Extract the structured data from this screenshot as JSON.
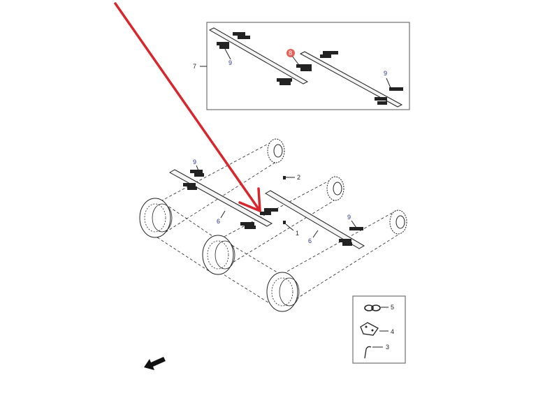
{
  "colors": {
    "accent_arrow": "#d9262c",
    "callout_blue": "#2b2f8f",
    "callout_dark": "#222222",
    "highlight_circle": "#e0443a"
  },
  "icons": {
    "pointer": "red-arrow-icon",
    "direction": "direction-arrow-icon"
  },
  "detail_box": {
    "callout_7": "7",
    "callout_8": "8",
    "callout_9_left": "9",
    "callout_9_right": "9"
  },
  "main_assembly": {
    "callout_9_left": "9",
    "callout_9_right": "9",
    "callout_2": "2",
    "callout_1": "1",
    "callout_6_left": "6",
    "callout_6_right": "6"
  },
  "legend_box": {
    "callout_5": "5",
    "callout_4": "4",
    "callout_3": "3"
  }
}
